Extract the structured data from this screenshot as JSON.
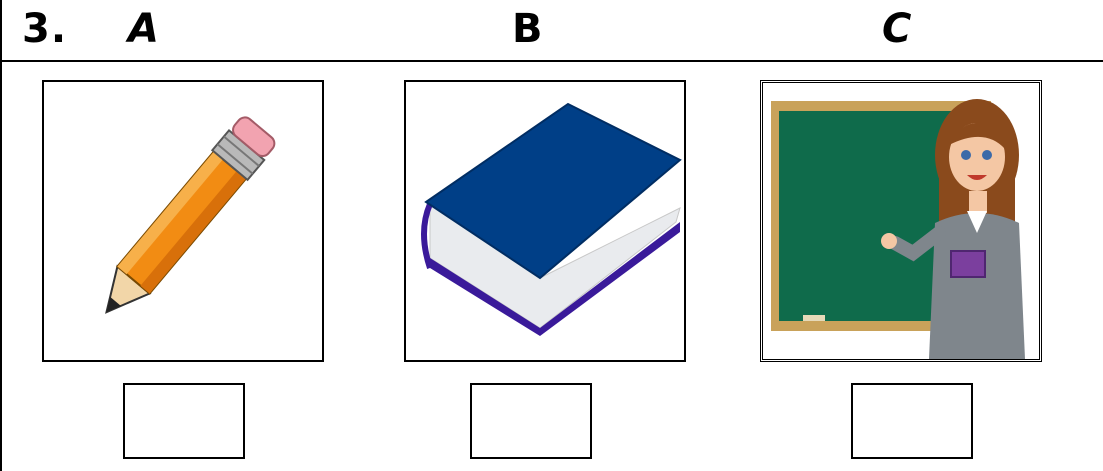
{
  "question": {
    "number": "3.",
    "options": [
      {
        "letter": "A",
        "picture": "pencil-icon"
      },
      {
        "letter": "B",
        "picture": "book-icon"
      },
      {
        "letter": "C",
        "picture": "teacher-icon"
      }
    ]
  },
  "colors": {
    "border": "#000000",
    "pencil_body": "#f28c13",
    "eraser": "#f2a3b0",
    "book_cover": "#003f87",
    "book_spine_edge": "#3a1a9a",
    "chalkboard": "#0f6b4b",
    "board_frame": "#c9a25a",
    "hair": "#8a4a1c",
    "jacket": "#7f868c",
    "notebook": "#7b3f9e"
  }
}
